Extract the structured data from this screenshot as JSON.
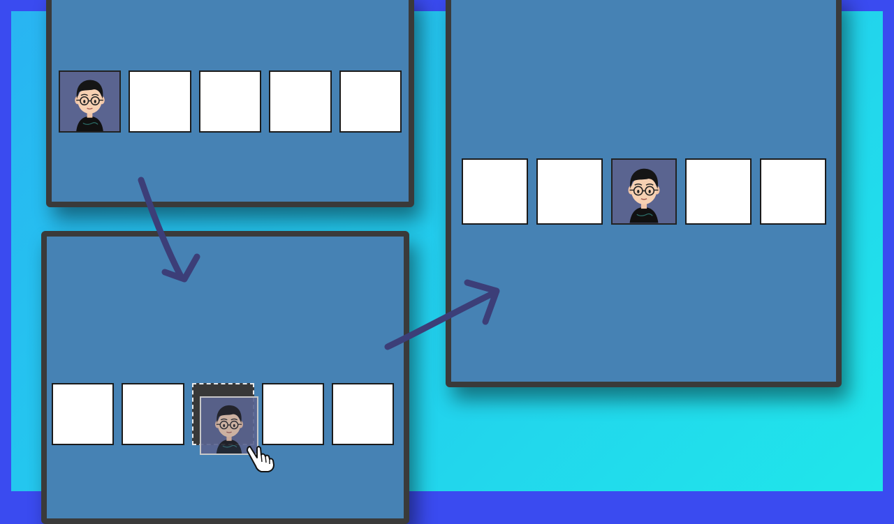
{
  "scene": {
    "description_label": "",
    "colors": {
      "outer_border": "#3a4bf0",
      "panel_fill": "#4682b4",
      "panel_border": "#3a3a3a",
      "slot_empty": "#ffffff",
      "avatar_bg": "#5a6490",
      "arrow": "#3c3e78"
    }
  },
  "panels": [
    {
      "name": "step-1",
      "slots": [
        "avatar",
        "empty",
        "empty",
        "empty",
        "empty"
      ]
    },
    {
      "name": "step-2-dragging",
      "slots": [
        "empty",
        "empty",
        "drop-target",
        "empty",
        "empty"
      ]
    },
    {
      "name": "step-3-result",
      "slots": [
        "empty",
        "empty",
        "avatar",
        "empty",
        "empty"
      ]
    }
  ],
  "icons": {
    "avatar": "cartoon-person-avatar-icon",
    "cursor": "hand-pointer-icon",
    "arrow": "curved-arrow-icon"
  }
}
